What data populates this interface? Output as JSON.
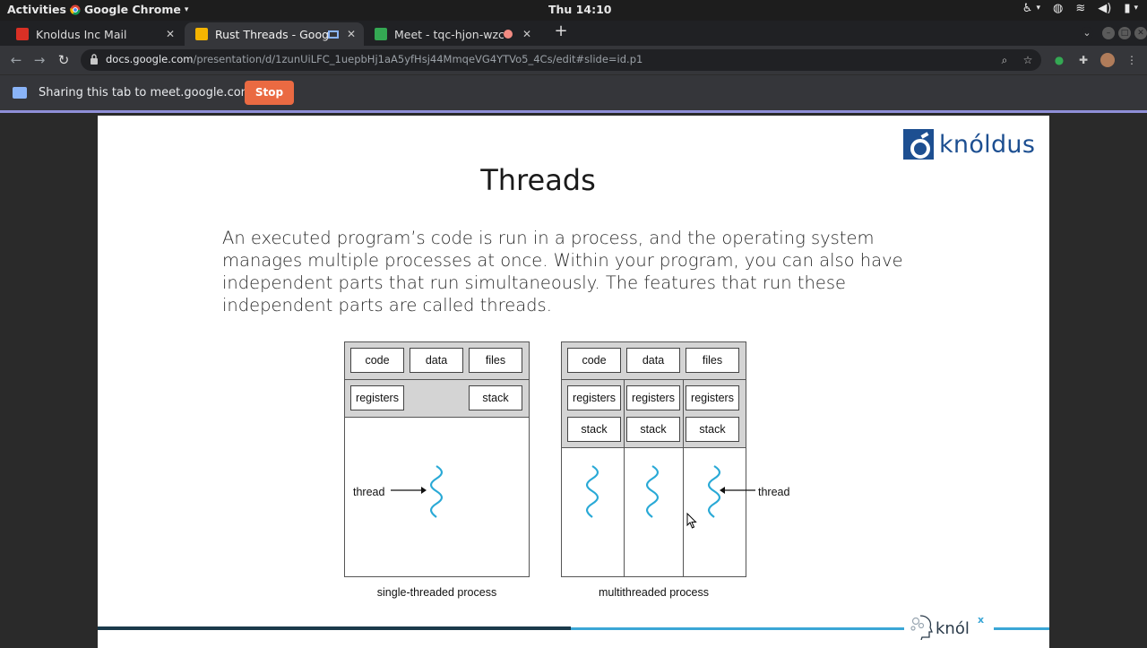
{
  "os_bar": {
    "activities": "Activities",
    "app_name": "Google Chrome",
    "clock": "Thu 14:10"
  },
  "browser": {
    "tabs": [
      {
        "title": "Knoldus Inc Mail",
        "favicon_color": "#d93025"
      },
      {
        "title": "Rust Threads - Google",
        "favicon_color": "#f4b400"
      },
      {
        "title": "Meet - tqc-hjon-wzc",
        "favicon_color": "#34a853"
      }
    ],
    "url_host": "docs.google.com",
    "url_path": "/presentation/d/1zunUiLFC_1uepbHj1aA5yfHsj44MmqeVG4YTVo5_4Cs/edit#slide=id.p1"
  },
  "share_bar": {
    "text": "Sharing this tab to meet.google.com",
    "stop_label": "Stop"
  },
  "slide": {
    "logo_text": "knóldus",
    "title": "Threads",
    "body": "An executed program’s code is run in a process, and the operating system manages multiple processes at once. Within your program, you can also have independent parts that run simultaneously. The features that run these independent parts are called threads.",
    "single": {
      "caption": "single-threaded process",
      "code": "code",
      "data": "data",
      "files": "files",
      "registers": "registers",
      "stack": "stack",
      "thread_label": "thread"
    },
    "multi": {
      "caption": "multithreaded process",
      "code": "code",
      "data": "data",
      "files": "files",
      "registers": "registers",
      "stack": "stack",
      "thread_label": "thread"
    },
    "footer_brand": "knól",
    "footer_brand_sup": "x"
  },
  "colors": {
    "accent_stop": "#ea6a42",
    "thread_squiggle": "#29a9d6",
    "logo_blue": "#1d4f91"
  }
}
